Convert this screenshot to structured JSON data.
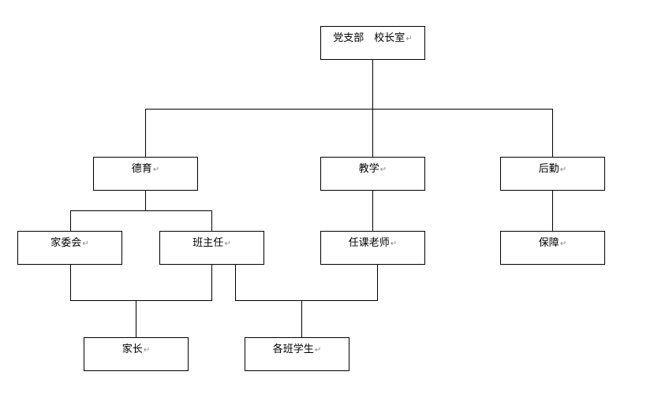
{
  "diagram": {
    "return_mark": "↵",
    "nodes": {
      "top": "党支部　校长室",
      "deyu": "德育",
      "jiaoxue": "教学",
      "houqin": "后勤",
      "jiaweihui": "家委会",
      "banzhuren": "班主任",
      "renke": "任课老师",
      "baozhang": "保障",
      "jiazhang": "家长",
      "xuesheng": "各班学生"
    }
  }
}
